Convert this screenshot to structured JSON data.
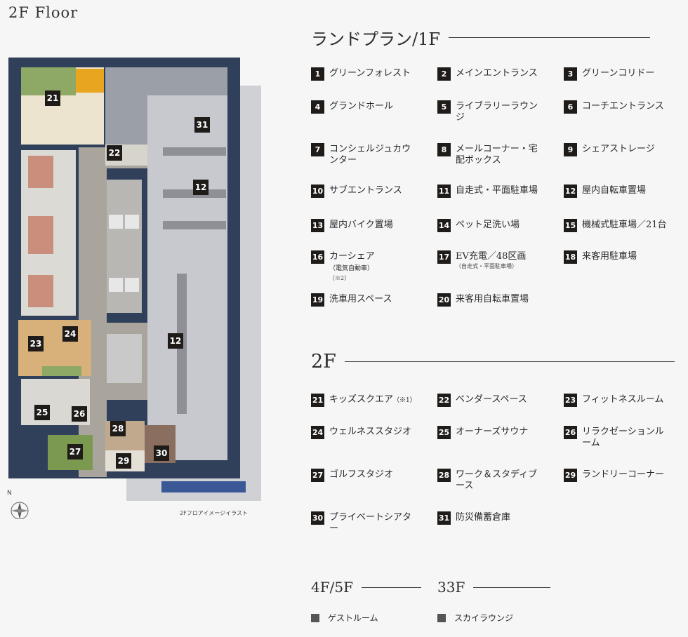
{
  "floor_title": "2F Floor",
  "plan_caption": "2Fフロアイメージイラスト",
  "compass_label": "N",
  "sections": {
    "land": "ランドプラン/1F",
    "second": "2F",
    "fourth": "4F/5F",
    "top": "33F"
  },
  "land_items": [
    {
      "num": "1",
      "label": "グリーンフォレスト",
      "note": ""
    },
    {
      "num": "2",
      "label": "メインエントランス",
      "note": ""
    },
    {
      "num": "3",
      "label": "グリーンコリドー",
      "note": ""
    },
    {
      "num": "4",
      "label": "グランドホール",
      "note": ""
    },
    {
      "num": "5",
      "label": "ライブラリーラウンジ",
      "note": ""
    },
    {
      "num": "6",
      "label": "コーチエントランス",
      "note": ""
    },
    {
      "num": "7",
      "label": "コンシェルジュカウンター",
      "note": ""
    },
    {
      "num": "8",
      "label": "メールコーナー・宅配ボックス",
      "note": ""
    },
    {
      "num": "9",
      "label": "シェアストレージ",
      "note": ""
    },
    {
      "num": "10",
      "label": "サブエントランス",
      "note": ""
    },
    {
      "num": "11",
      "label": "自走式・平面駐車場",
      "note": ""
    },
    {
      "num": "12",
      "label": "屋内自転車置場",
      "note": ""
    },
    {
      "num": "13",
      "label": "屋内バイク置場",
      "note": ""
    },
    {
      "num": "14",
      "label": "ペット足洗い場",
      "note": ""
    },
    {
      "num": "15",
      "label": "機械式駐車場／21台",
      "note": ""
    },
    {
      "num": "16",
      "label": "カーシェア",
      "sub": "（電気自動車）",
      "note": "（※2）"
    },
    {
      "num": "17",
      "label": "EV充電／48区画",
      "note": "（自走式・平面駐車場）"
    },
    {
      "num": "18",
      "label": "来客用駐車場",
      "note": ""
    },
    {
      "num": "19",
      "label": "洗車用スペース",
      "note": ""
    },
    {
      "num": "20",
      "label": "来客用自転車置場",
      "note": ""
    }
  ],
  "second_items": [
    {
      "num": "21",
      "label": "キッズスクエア",
      "sub": "（※1）",
      "note": ""
    },
    {
      "num": "22",
      "label": "ベンダースペース",
      "note": ""
    },
    {
      "num": "23",
      "label": "フィットネスルーム",
      "note": ""
    },
    {
      "num": "24",
      "label": "ウェルネススタジオ",
      "note": ""
    },
    {
      "num": "25",
      "label": "オーナーズサウナ",
      "note": ""
    },
    {
      "num": "26",
      "label": "リラクゼーションルーム",
      "note": ""
    },
    {
      "num": "27",
      "label": "ゴルフスタジオ",
      "note": ""
    },
    {
      "num": "28",
      "label": "ワーク＆スタディブース",
      "note": ""
    },
    {
      "num": "29",
      "label": "ランドリーコーナー",
      "note": ""
    },
    {
      "num": "30",
      "label": "プライベートシアター",
      "note": ""
    },
    {
      "num": "31",
      "label": "防災備蓄倉庫",
      "note": ""
    }
  ],
  "upper_items": [
    {
      "label": "ゲストルーム"
    },
    {
      "label": "スカイラウンジ"
    }
  ],
  "plan_markers": [
    {
      "num": "21"
    },
    {
      "num": "22"
    },
    {
      "num": "31"
    },
    {
      "num": "12"
    },
    {
      "num": "12"
    },
    {
      "num": "23"
    },
    {
      "num": "24"
    },
    {
      "num": "25"
    },
    {
      "num": "26"
    },
    {
      "num": "28"
    },
    {
      "num": "27"
    },
    {
      "num": "29"
    },
    {
      "num": "30"
    }
  ],
  "colors": {
    "frame": "#2f3d57",
    "corridor": "#a8a39c",
    "parking": "#c6c8cd",
    "floor_light": "#e7e4dc",
    "green": "#7f9a58",
    "badge": "#1e1b19",
    "outer": "#c9cbcf"
  }
}
